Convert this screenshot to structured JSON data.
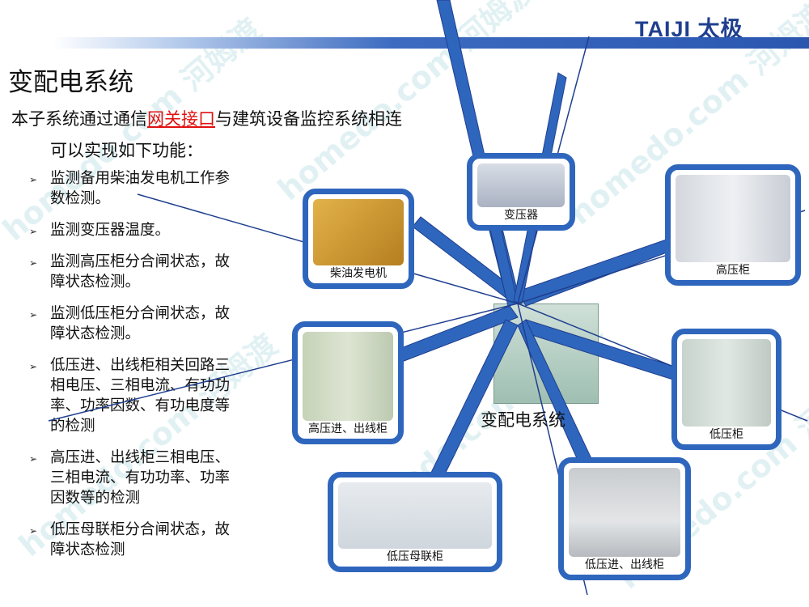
{
  "header": {
    "logo_text": "TAIJI 太极",
    "title": "变配电系统"
  },
  "intro": {
    "prefix": "本子系统通过通信",
    "highlight": "网关接口",
    "suffix": "与建筑设备监控系统相连",
    "sub": "可以实现如下功能："
  },
  "bullets": [
    "监测备用柴油发电机工作参数检测。",
    "监测变压器温度。",
    "监测高压柜分合闸状态，故障状态检测。",
    "监测低压柜分合闸状态，故障状态检测。",
    "低压进、出线柜相关回路三相电压、三相电流、有功功率、功率因数、有功电度等的检测",
    "高压进、出线柜三相电压、三相电流、有功功率、功率因数等的检测",
    "低压母联柜分合闸状态，故障状态检测"
  ],
  "diagram": {
    "center_label": "变配电系统",
    "cards": {
      "generator": "柴油发电机",
      "transformer": "变压器",
      "hv_cabinet": "高压柜",
      "hv_inout": "高压进、出线柜",
      "lv_cabinet": "低压柜",
      "lv_bus": "低压母联柜",
      "lv_inout": "低压进、出线柜"
    }
  },
  "watermark": "homedo.com 河姆渡",
  "colors": {
    "accent_blue": "#2f66bd",
    "link_red": "#e01010",
    "logo_blue": "#1f3f8f"
  }
}
